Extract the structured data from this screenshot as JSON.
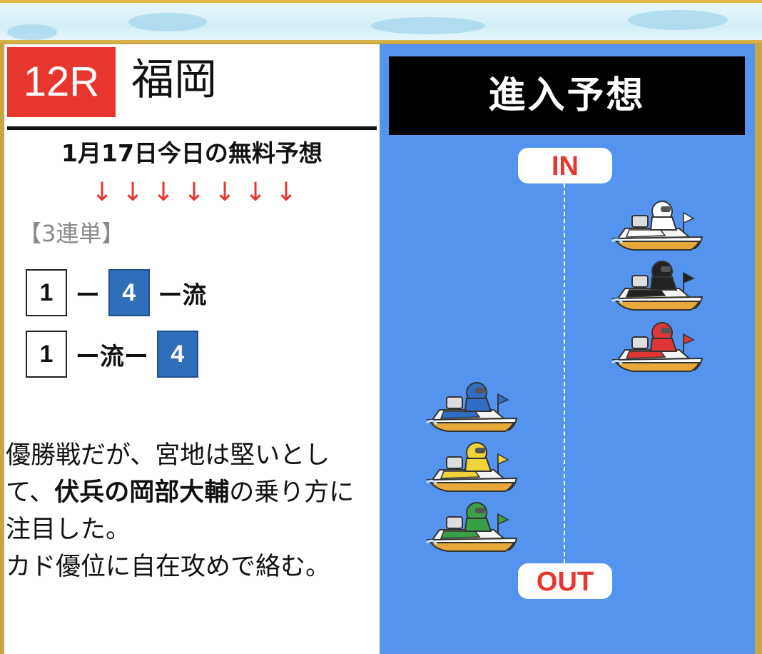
{
  "race": {
    "number": "12R",
    "venue": "福岡"
  },
  "title": "1月17日今日の無料予想",
  "arrows": [
    "↓",
    "↓",
    "↓",
    "↓",
    "↓",
    "↓",
    "↓"
  ],
  "bet_type": "【3連単】",
  "picks": [
    {
      "first": "1",
      "dash1": " ー ",
      "second": "4",
      "tail": " ー流"
    },
    {
      "first": "1",
      "middle": " ー流ー ",
      "third": "4"
    }
  ],
  "comment": {
    "part1": "優勝戦だが、宮地は堅いとして、",
    "bold": "伏兵の岡部大輔",
    "part2": "の乗り方に注目した。",
    "line2": "カド優位に自在攻めで絡む。"
  },
  "prediction": {
    "title": "進入予想",
    "in_label": "IN",
    "out_label": "OUT",
    "boats": [
      {
        "lane": 1,
        "color": "#ffffff"
      },
      {
        "lane": 2,
        "color": "#222222"
      },
      {
        "lane": 3,
        "color": "#e03535"
      },
      {
        "lane": 4,
        "color": "#2f6ec4"
      },
      {
        "lane": 5,
        "color": "#f0d23a"
      },
      {
        "lane": 6,
        "color": "#3aa048"
      }
    ]
  },
  "colors": {
    "accent_red": "#e8362f",
    "panel_blue": "#5493ee",
    "pick_blue": "#2f6eb9"
  }
}
